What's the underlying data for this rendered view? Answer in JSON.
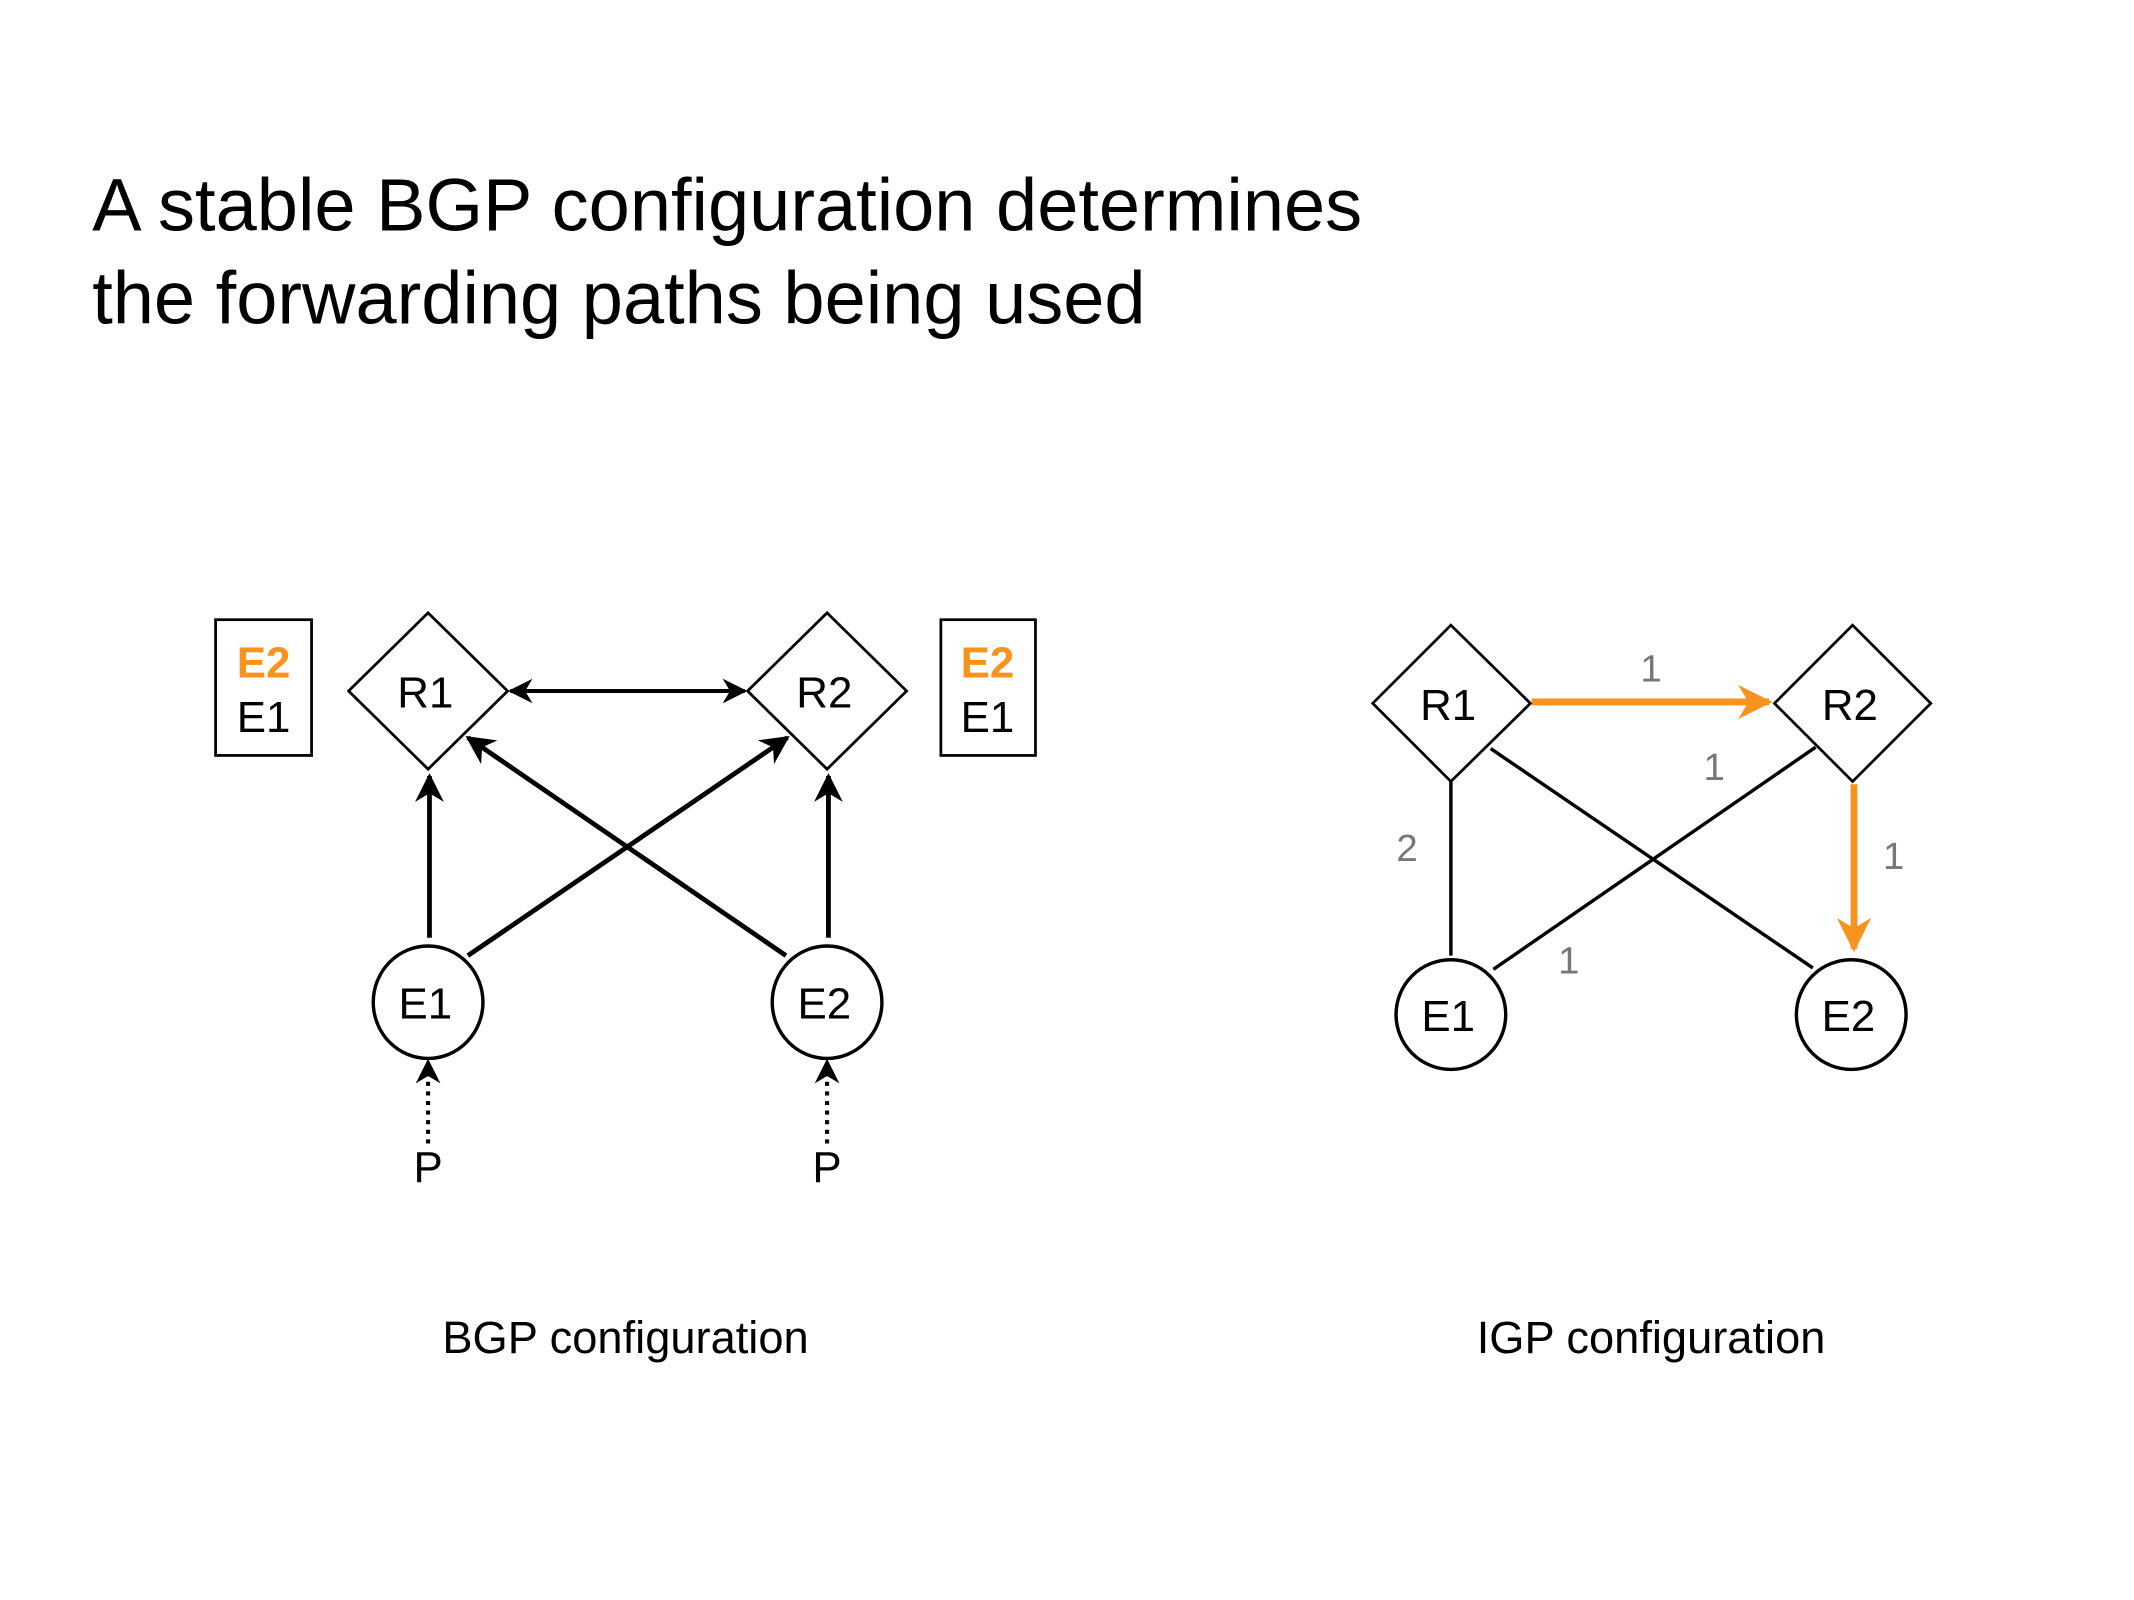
{
  "title": {
    "line1": "A stable BGP configuration determines",
    "line2": "the forwarding paths being used"
  },
  "bgp": {
    "caption": "BGP configuration",
    "r1": "R1",
    "r2": "R2",
    "e1": "E1",
    "e2": "E2",
    "prefix_left": "P",
    "prefix_right": "P",
    "r1_table": {
      "preferred": "E2",
      "other": "E1"
    },
    "r2_table": {
      "preferred": "E2",
      "other": "E1"
    }
  },
  "igp": {
    "caption": "IGP configuration",
    "r1": "R1",
    "r2": "R2",
    "e1": "E1",
    "e2": "E2",
    "weights": {
      "r1_r2": "1",
      "r2_e1": "1",
      "r1_e1": "2",
      "r2_e2": "1",
      "e1_r2_lower": "1"
    }
  },
  "colors": {
    "highlight": "#f7931e",
    "weight_text": "#777777"
  }
}
